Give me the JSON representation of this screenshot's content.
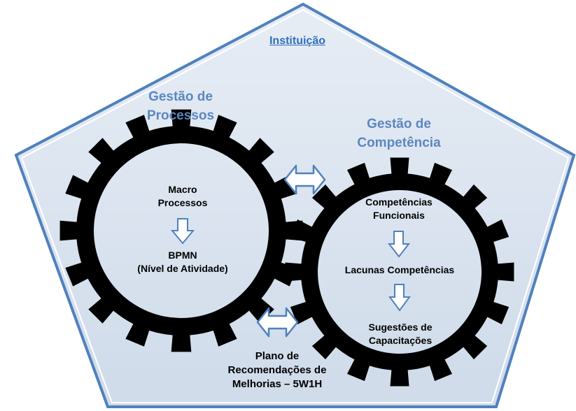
{
  "institution_label": "Instituição",
  "left_gear": {
    "title_line1": "Gestão de",
    "title_line2": "Processos",
    "top_line1": "Macro",
    "top_line2": "Processos",
    "bottom_line1": "BPMN",
    "bottom_line2": "(Nível de Atividade)"
  },
  "right_gear": {
    "title_line1": "Gestão de",
    "title_line2": "Competência",
    "item1_line1": "Competências",
    "item1_line2": "Funcionais",
    "item2": "Lacunas Competências",
    "item3_line1": "Sugestões de",
    "item3_line2": "Capacitações"
  },
  "plan": {
    "line1": "Plano de",
    "line2": "Recomendações de",
    "line3": "Melhorias – 5W1H"
  },
  "colors": {
    "pentagon_fill": "#dfe7f1",
    "pentagon_stroke": "#4f81bd",
    "gear": "#000000",
    "arrow_stroke": "#4f81bd",
    "title_blue": "#5b87c0"
  }
}
